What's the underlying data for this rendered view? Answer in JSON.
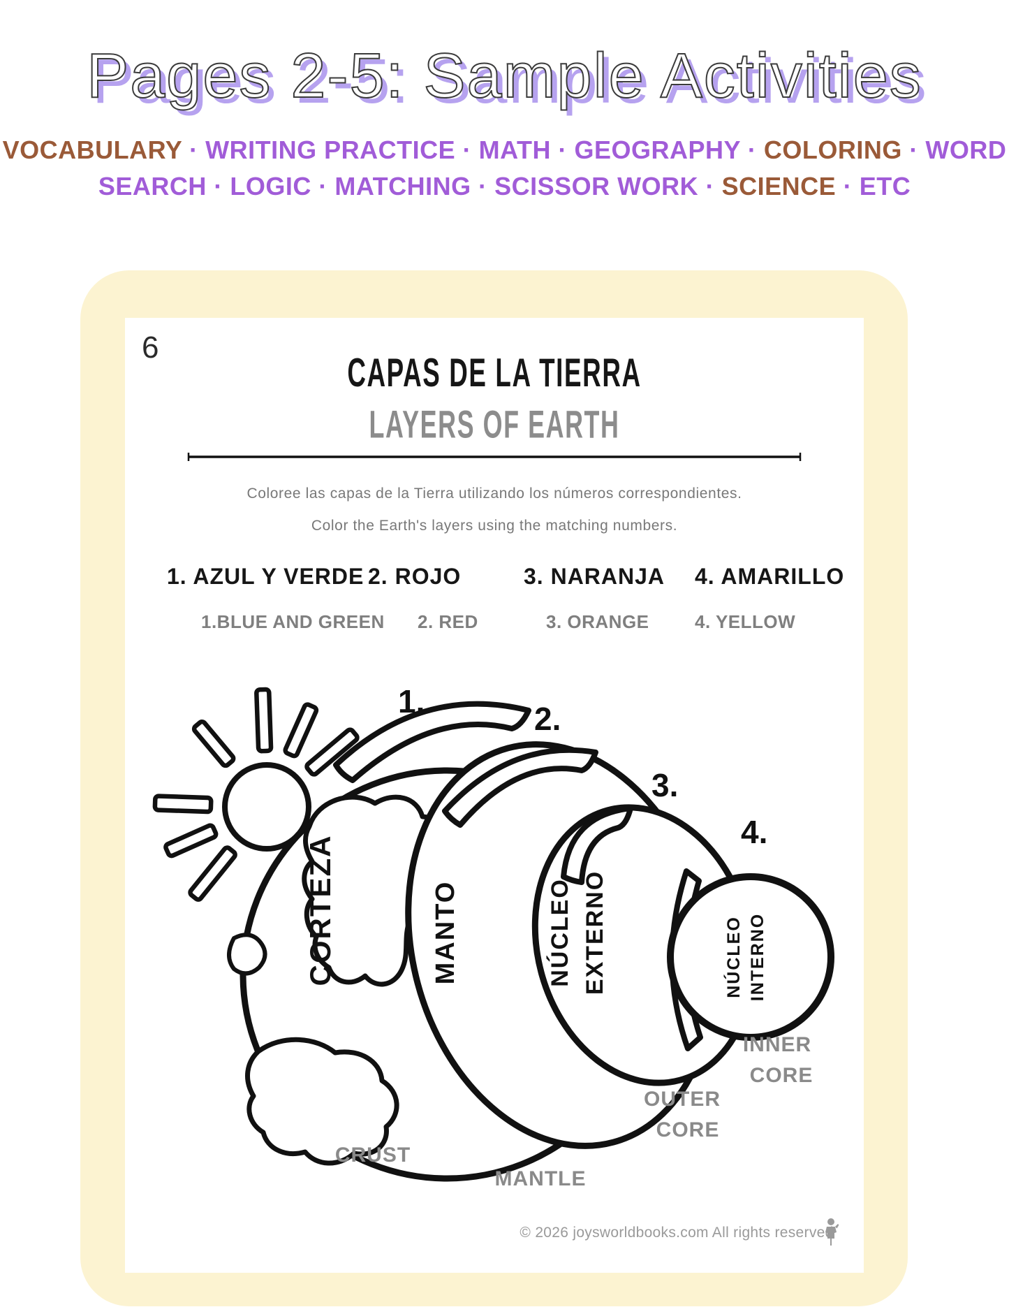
{
  "header": {
    "title": "Pages 2-5: Sample Activities",
    "subtitle_line1": [
      {
        "text": "VOCABULARY",
        "color": "brown"
      },
      {
        "text": " ·  ",
        "color": "purple"
      },
      {
        "text": "WRITING PRACTICE",
        "color": "purple"
      },
      {
        "text": " · ",
        "color": "purple"
      },
      {
        "text": "MATH",
        "color": "purple"
      },
      {
        "text": " · ",
        "color": "purple"
      },
      {
        "text": "GEOGRAPHY",
        "color": "purple"
      },
      {
        "text": " · ",
        "color": "purple"
      },
      {
        "text": "COLORING",
        "color": "brown"
      },
      {
        "text": " · ",
        "color": "purple"
      },
      {
        "text": "WORD",
        "color": "purple"
      }
    ],
    "subtitle_line2": [
      {
        "text": "SEARCH",
        "color": "purple"
      },
      {
        "text": " · ",
        "color": "purple"
      },
      {
        "text": "LOGIC",
        "color": "purple"
      },
      {
        "text": " · ",
        "color": "purple"
      },
      {
        "text": "MATCHING",
        "color": "purple"
      },
      {
        "text": " · ",
        "color": "purple"
      },
      {
        "text": "SCISSOR WORK",
        "color": "purple"
      },
      {
        "text": " ·  ",
        "color": "purple"
      },
      {
        "text": "SCIENCE",
        "color": "brown"
      },
      {
        "text": " · ",
        "color": "purple"
      },
      {
        "text": "ETC",
        "color": "purple"
      }
    ]
  },
  "colors": {
    "title_fill": "#ffffff",
    "title_outline": "#3b3b3b",
    "title_shadow_purple": "#b6a2ef",
    "subtitle_purple": "#a15cd8",
    "subtitle_brown": "#9a5a38",
    "card_background": "#fcf3d1",
    "heading_black": "#161616",
    "heading_gray": "#8c8c8c",
    "diagram_stroke": "#111111",
    "label_gray": "#8a8a8a",
    "footer_gray": "#9a9a9a"
  },
  "worksheet": {
    "page_number": "6",
    "title_es": "CAPAS DE LA TIERRA",
    "title_en": "LAYERS OF EARTH",
    "instructions_es": "Coloree las capas de la Tierra utilizando los números correspondientes.",
    "instructions_en": "Color the Earth's layers using the matching numbers.",
    "color_key": [
      {
        "es": "1. AZUL Y VERDE",
        "en": "1.BLUE AND GREEN"
      },
      {
        "es": "2. ROJO",
        "en": "2. RED"
      },
      {
        "es": "3. NARANJA",
        "en": "3. ORANGE"
      },
      {
        "es": "4. AMARILLO",
        "en": "4. YELLOW"
      }
    ],
    "diagram": {
      "numbers": [
        "1.",
        "2.",
        "3.",
        "4."
      ],
      "labels_es": {
        "crust": "CORTEZA",
        "mantle": "MANTO",
        "outer_core_line1": "NÚCLEO",
        "outer_core_line2": "EXTERNO",
        "inner_core_line1": "NÚCLEO",
        "inner_core_line2": "INTERNO"
      },
      "labels_en": {
        "crust": "CRUST",
        "mantle": "MANTLE",
        "outer_core_line1": "OUTER",
        "outer_core_line2": "CORE",
        "inner_core_line1": "INNER",
        "inner_core_line2": "CORE"
      }
    },
    "footer": "© 2026 joysworldbooks.com All rights reserved"
  }
}
